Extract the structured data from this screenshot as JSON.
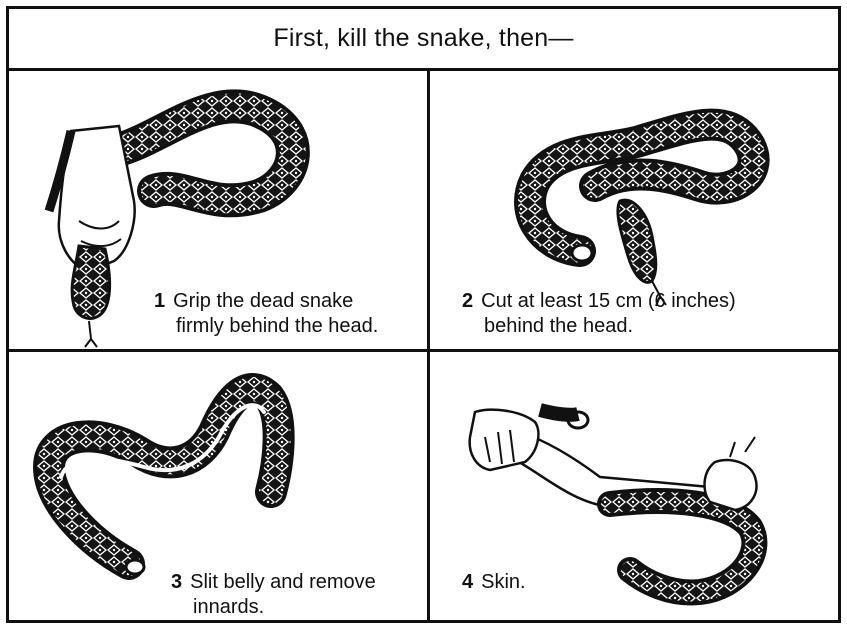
{
  "title": "First, kill the snake, then—",
  "steps": [
    {
      "number": "1",
      "line1": "Grip the dead snake",
      "line2": "firmly behind the head."
    },
    {
      "number": "2",
      "line1": "Cut at least 15 cm (6 inches)",
      "line2": "behind the head."
    },
    {
      "number": "3",
      "line1": "Slit belly and remove",
      "line2": "innards."
    },
    {
      "number": "4",
      "line1": "Skin.",
      "line2": ""
    }
  ],
  "colors": {
    "ink": "#111111",
    "background": "#ffffff"
  }
}
